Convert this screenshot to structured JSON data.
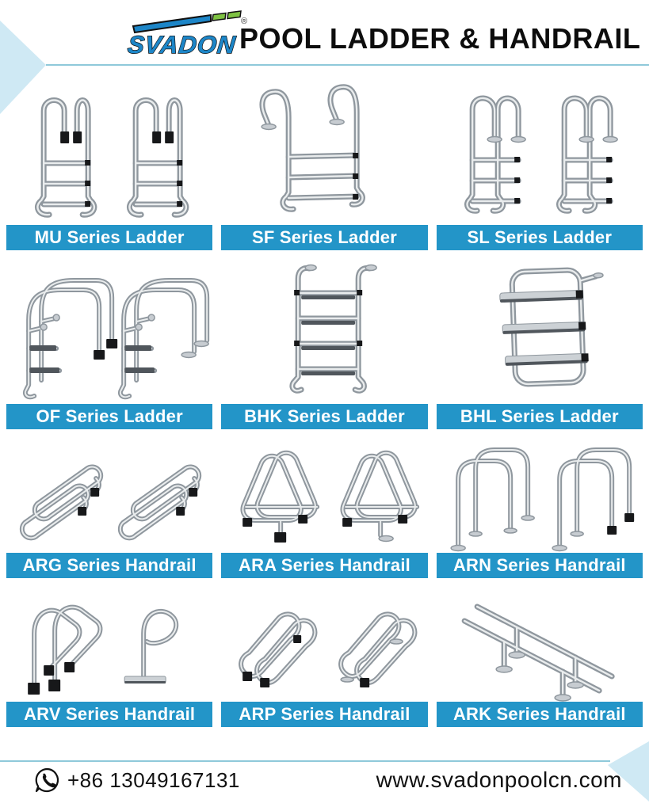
{
  "header": {
    "logo": {
      "text": "SVADON",
      "registered": "®"
    },
    "title": "POOL LADDER & HANDRAIL"
  },
  "products": [
    {
      "id": "mu",
      "label": "MU Series Ladder"
    },
    {
      "id": "sf",
      "label": "SF Series Ladder"
    },
    {
      "id": "sl",
      "label": "SL Series Ladder"
    },
    {
      "id": "of",
      "label": "OF Series Ladder"
    },
    {
      "id": "bhk",
      "label": "BHK Series Ladder"
    },
    {
      "id": "bhl",
      "label": "BHL Series Ladder"
    },
    {
      "id": "arg",
      "label": "ARG Series Handrail"
    },
    {
      "id": "ara",
      "label": "ARA Series Handrail"
    },
    {
      "id": "arn",
      "label": "ARN Series Handrail"
    },
    {
      "id": "arv",
      "label": "ARV Series Handrail"
    },
    {
      "id": "arp",
      "label": "ARP Series Handrail"
    },
    {
      "id": "ark",
      "label": "ARK Series Handrail"
    }
  ],
  "footer": {
    "phone": "+86 13049167131",
    "website": "www.svadonpoolcn.com",
    "phone_icon": "whatsapp-phone-icon"
  },
  "colors": {
    "label_bar_blue": "#2395c8",
    "accent_light_blue": "#cfe9f4",
    "divider_teal": "#8fc9da",
    "logo_blue": "#1d86c8",
    "logo_green": "#7ec242",
    "text_black": "#111111",
    "steel_gray": "#8f979e"
  }
}
